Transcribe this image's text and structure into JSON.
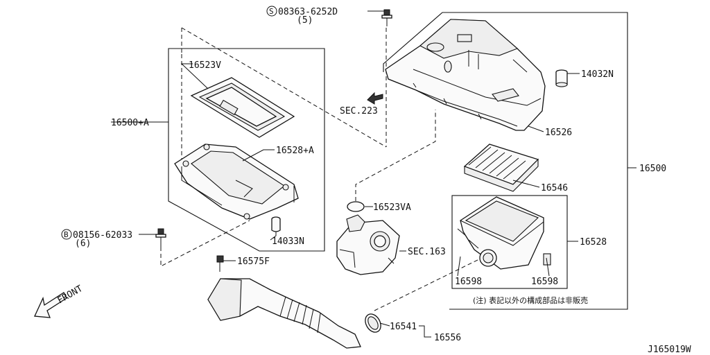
{
  "diagram": {
    "callouts": {
      "bolt_top": "08363-6252D",
      "bolt_top_qty": "(5)",
      "bolt_left": "08156-62033",
      "bolt_left_qty": "(6)",
      "plug": "14032N",
      "gasket_upper": "16523V",
      "assy_a": "16500+A",
      "lower_case_a": "16528+A",
      "sec_223": "SEC.223",
      "upper_cover": "16526",
      "element": "16546",
      "assy": "16500",
      "lower_case": "16528",
      "seal_small": "16523VA",
      "sec_163": "SEC.163",
      "grommet": "14033N",
      "clip": "16575F",
      "clamp_left": "16598",
      "clamp_right": "16598",
      "band": "16541",
      "duct": "16556",
      "front": "FRONT",
      "note": "(注) 表記以外の構成部品は非販売",
      "ref": "J165019W"
    },
    "symbols": {
      "s_circle": "S",
      "b_circle": "B"
    }
  }
}
